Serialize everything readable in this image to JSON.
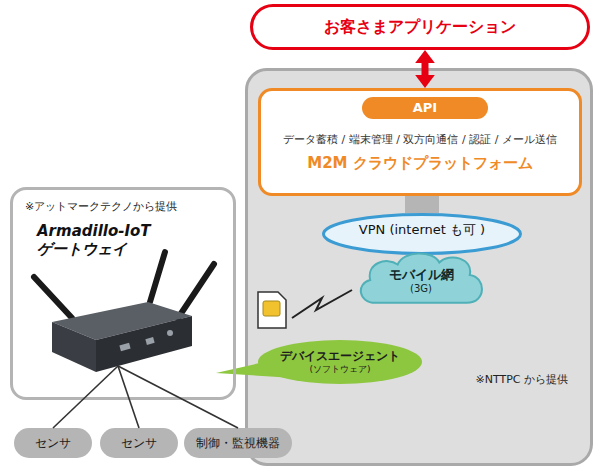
{
  "diagram": {
    "nodes": [
      {
        "text": [
          "お客さまアプリケーション"
        ]
      },
      {
        "text": [
          "※NTTPC から提供"
        ]
      },
      {
        "text": [
          "データ蓄積 / 端末管理 / 双方向通信 / 認証 / メール送信",
          "M2M クラウドプラットフォーム"
        ],
        "in": 1
      },
      {
        "text": [
          "API"
        ],
        "in": 2
      },
      {
        "text": [
          "VPN (internet も可 )"
        ],
        "in": 1
      },
      {
        "text": [
          "モバイル網",
          "(3G)"
        ],
        "in": 1
      },
      {
        "text": [
          "デバイスエージェント",
          "(ソフトウェア)"
        ],
        "in": 1
      },
      {
        "text": [
          "※アットマークテクノから提供",
          "Armadillo-IoT ゲートウェイ"
        ]
      },
      {
        "text": [
          "センサ"
        ]
      },
      {
        "text": [
          "センサ"
        ]
      },
      {
        "text": [
          "制御・監視機器"
        ]
      }
    ],
    "edges": [
      {
        "from": 0,
        "to": 2,
        "arrow": "both"
      },
      {
        "from": 2,
        "to": 4,
        "arrow": "none"
      },
      {
        "from": 7,
        "to": 8,
        "arrow": "none"
      },
      {
        "from": 7,
        "to": 9,
        "arrow": "none"
      },
      {
        "from": 7,
        "to": 10,
        "arrow": "none"
      }
    ]
  }
}
